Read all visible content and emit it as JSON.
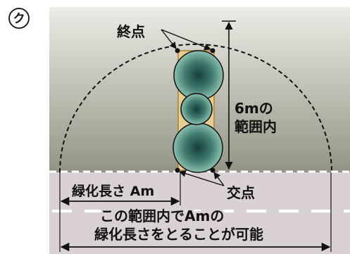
{
  "figure_label": "ク",
  "labels": {
    "end_point": "終点",
    "range_line1": "6mの",
    "range_line2": "範囲内",
    "intersection": "交点",
    "green_length": "緑化長さ Am",
    "note_line1": "この範囲内でAmの",
    "note_line2": "緑化長さをとることが可能"
  },
  "colors": {
    "sky_top": "#ececE6",
    "sky_bottom": "#939385",
    "road": "#d9d1d6",
    "lane_line": "#ffffff",
    "trunk_fill": "#e8cd92",
    "trunk_stroke": "#a8823a",
    "crown_center": "#163f38",
    "crown_mid": "#3f7a6e",
    "crown_edge": "#8cc0b0",
    "ink": "#111111"
  }
}
